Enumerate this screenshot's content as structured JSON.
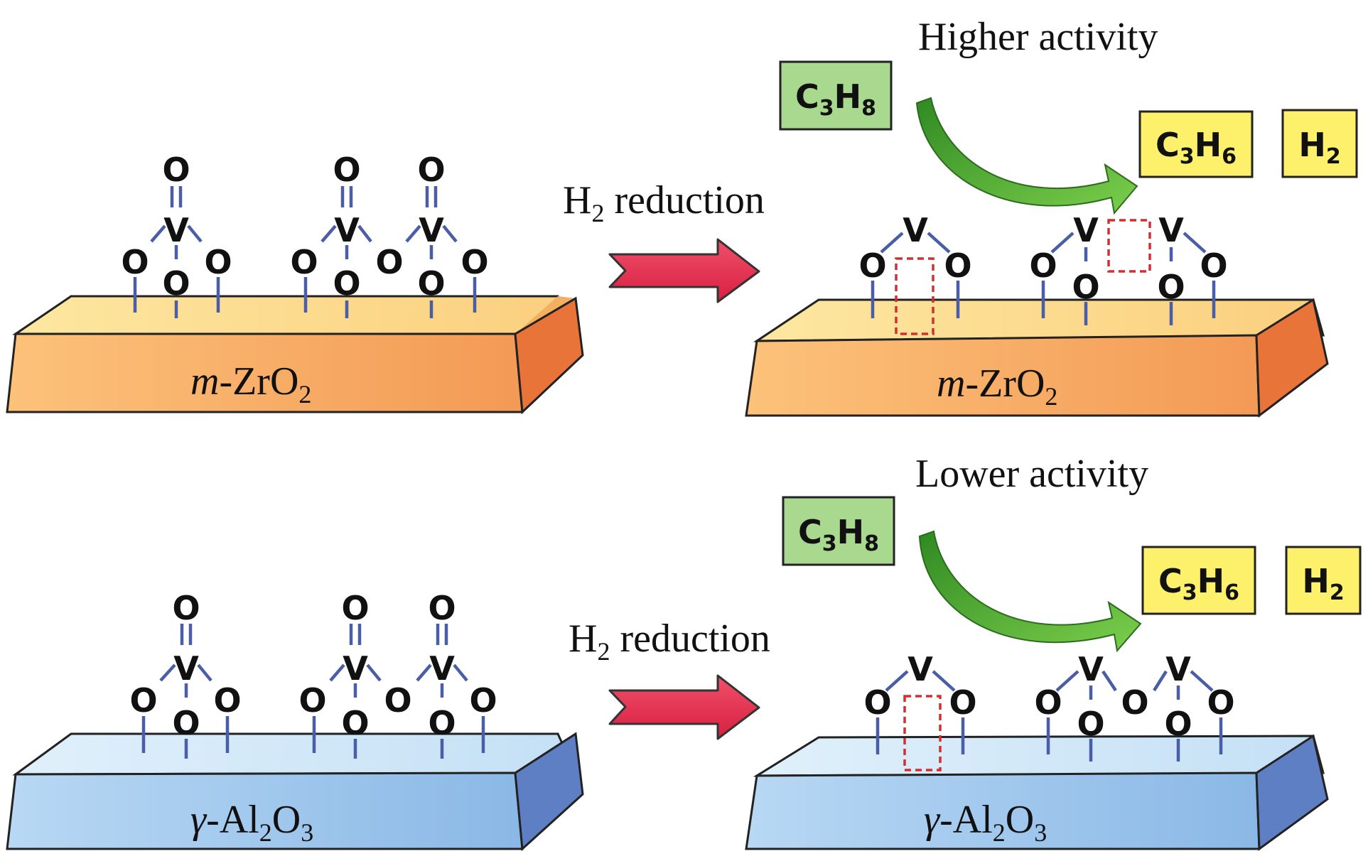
{
  "top": {
    "support_prefix": "m",
    "support_formula": "-ZrO",
    "support_sub": "2",
    "reduction_label_main": "H",
    "reduction_label_sub": "2",
    "reduction_label_rest": " reduction",
    "activity_label": "Higher activity"
  },
  "bottom": {
    "support_prefix": "γ",
    "support_formula_a": "-Al",
    "support_sub_a": "2",
    "support_formula_b": "O",
    "support_sub_b": "3",
    "reduction_label_main": "H",
    "reduction_label_sub": "2",
    "reduction_label_rest": " reduction",
    "activity_label": "Lower activity"
  },
  "reactant": {
    "c": "C",
    "c_sub": "3",
    "h": "H",
    "h_sub": "8"
  },
  "product_propene": {
    "c": "C",
    "c_sub": "3",
    "h": "H",
    "h_sub": "6"
  },
  "product_hydrogen": {
    "h": "H",
    "h_sub": "2"
  },
  "atoms": {
    "oxygen": "O",
    "vanadium": "V"
  },
  "colors": {
    "zro2_top": "#fbd98a",
    "zro2_front": "#f5a85a",
    "zro2_side": "#e8743a",
    "al2o3_top": "#cfe6f7",
    "al2o3_front": "#9dc6ec",
    "al2o3_side": "#5f7fc4",
    "reactant_box": "#a9d88f",
    "product_box": "#fdf06a",
    "red_arrow": "#e8314f",
    "green_arrow": "#4fae32",
    "bond": "#4a5ea8",
    "vacancy": "#d23030"
  }
}
